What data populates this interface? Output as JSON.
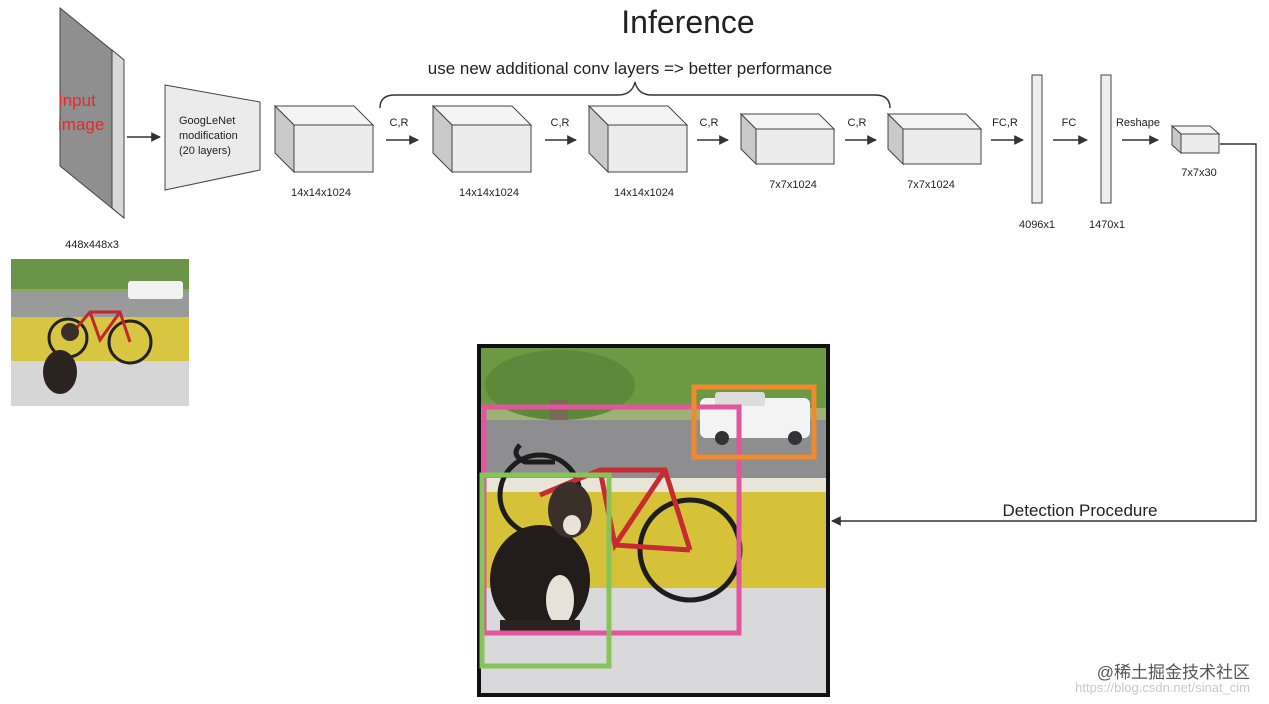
{
  "title": "Inference",
  "subtitle": "use new additional conv layers => better performance",
  "input": {
    "label_line1": "Input",
    "label_line2": "image",
    "dims": "448x448x3",
    "label_color": "#e8282b"
  },
  "googlenet": {
    "line1": "GoogLeNet",
    "line2": "modification",
    "line3": "(20 layers)"
  },
  "blocks": [
    {
      "dims": "14x14x1024"
    },
    {
      "dims": "14x14x1024"
    },
    {
      "dims": "14x14x1024"
    },
    {
      "dims": "7x7x1024"
    },
    {
      "dims": "7x7x1024"
    }
  ],
  "ops": [
    {
      "label": "C,R"
    },
    {
      "label": "C,R"
    },
    {
      "label": "C,R"
    },
    {
      "label": "C,R"
    },
    {
      "label": "FC,R"
    },
    {
      "label": "FC"
    },
    {
      "label": "Reshape"
    }
  ],
  "fc_layers": [
    {
      "dims": "4096x1"
    },
    {
      "dims": "1470x1"
    }
  ],
  "output": {
    "dims": "7x7x30"
  },
  "detection_label": "Detection Procedure",
  "boxes": [
    {
      "object": "bicycle",
      "color": "#e0559b"
    },
    {
      "object": "dog",
      "color": "#86c45a"
    },
    {
      "object": "car",
      "color": "#f08a2c"
    }
  ],
  "watermark": "@稀土掘金技术社区",
  "watermark_url": "https://blog.csdn.net/sinat_cim"
}
